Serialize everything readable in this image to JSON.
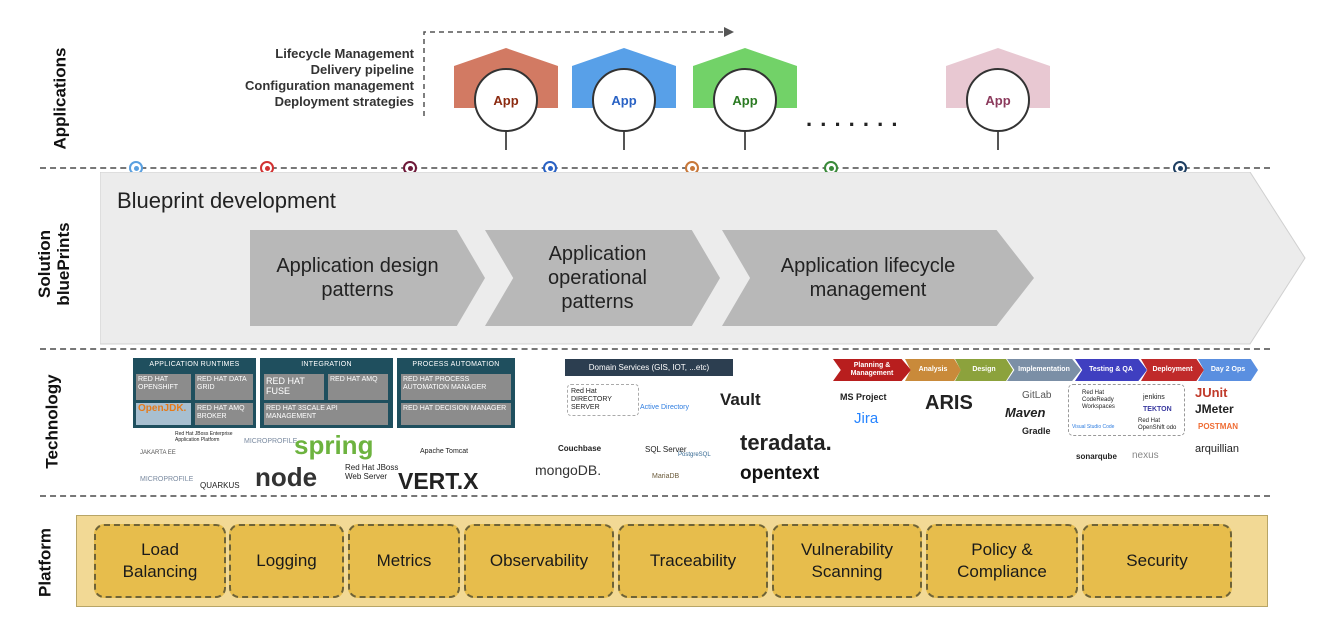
{
  "layers": {
    "applications": "Applications",
    "solution_line1": "Solution",
    "solution_line2": "bluePrints",
    "technology": "Technology",
    "platform": "Platform"
  },
  "lifecycle_items": [
    "Lifecycle Management",
    "Delivery pipeline",
    "Configuration management",
    "Deployment strategies"
  ],
  "apps": [
    {
      "label": "App",
      "roof_color": "#d27a63",
      "text_color": "#8b2a10"
    },
    {
      "label": "App",
      "roof_color": "#58a0e8",
      "text_color": "#2962c4"
    },
    {
      "label": "App",
      "roof_color": "#72d268",
      "text_color": "#2a7a22"
    },
    {
      "label": "App",
      "roof_color": "#e8c8d2",
      "text_color": "#8b3a5c"
    }
  ],
  "ellipsis": ". . . . . . .",
  "blueprint": {
    "title": "Blueprint development",
    "chevrons": [
      "Application design patterns",
      "Application operational patterns",
      "Application lifecycle management"
    ]
  },
  "technology": {
    "runtimes": {
      "title": "APPLICATION RUNTIMES",
      "tiles": [
        "RED HAT OPENSHIFT",
        "RED HAT DATA GRID",
        "OpenJDK.",
        "RED HAT AMQ BROKER"
      ]
    },
    "integration": {
      "title": "INTEGRATION",
      "tiles": [
        "RED HAT FUSE",
        "RED HAT AMQ",
        "RED HAT 3SCALE API MANAGEMENT"
      ]
    },
    "process": {
      "title": "PROCESS AUTOMATION",
      "tiles": [
        "RED HAT PROCESS AUTOMATION MANAGER",
        "RED HAT DECISION MANAGER"
      ]
    },
    "runtime_logos": [
      "JAKARTA EE",
      "Red Hat JBoss Enterprise Application Platform",
      "MICROPROFILE",
      "spring",
      "Apache Tomcat",
      "MICROPROFILE",
      "QUARKUS",
      "node",
      "Red Hat JBoss Web Server",
      "VERT.X"
    ],
    "domain_services": {
      "title": "Domain Services (GIS, IOT, ...etc)",
      "logos": [
        "Red Hat DIRECTORY SERVER",
        "Active Directory",
        "Vault",
        "Couchbase",
        "SQL Server",
        "PostgreSQL",
        "mongoDB.",
        "MariaDB",
        "teradata.",
        "opentext"
      ]
    },
    "lifecycle_phases": [
      {
        "label": "Planning & Management",
        "color": "#b81e1e"
      },
      {
        "label": "Analysis",
        "color": "#c98a3a"
      },
      {
        "label": "Design",
        "color": "#8ca23c"
      },
      {
        "label": "Implementation",
        "color": "#7b8fa6"
      },
      {
        "label": "Testing & QA",
        "color": "#3f3fc0"
      },
      {
        "label": "Deployment",
        "color": "#c02a2a"
      },
      {
        "label": "Day 2 Ops",
        "color": "#5a8fe0"
      }
    ],
    "lifecycle_tools": [
      "MS Project",
      "Jira",
      "ARIS",
      "GitLab",
      "Maven",
      "Gradle",
      "Red Hat CodeReady Workspaces",
      "jenkins",
      "TEKTON",
      "Visual Studio Code",
      "Red Hat OpenShift odo",
      "JUnit",
      "JMeter",
      "POSTMAN",
      "arquillian",
      "sonarqube",
      "nexus"
    ]
  },
  "platform": [
    "Load Balancing",
    "Logging",
    "Metrics",
    "Observability",
    "Traceability",
    "Vulnerability Scanning",
    "Policy & Compliance",
    "Security"
  ],
  "colors": {
    "platform_band": "#f2d995",
    "platform_box": "#e7bd4c",
    "chevron": "#b8b8b8",
    "blueprint_band": "#ececec",
    "tech_box": "#1f4f5e"
  },
  "dot_colors": [
    "#5aa0e0",
    "#d23232",
    "#6e1a3a",
    "#2a62c4",
    "#c8783a",
    "#3a8a3a",
    "#1f3f62"
  ]
}
